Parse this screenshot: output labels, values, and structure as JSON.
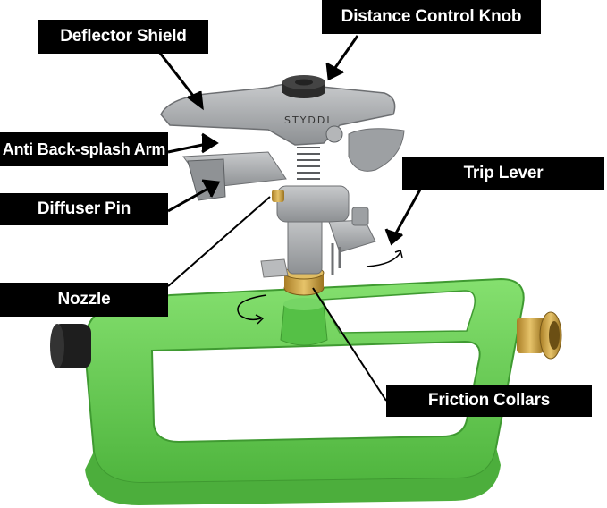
{
  "labels": {
    "distance_control_knob": "Distance Control Knob",
    "deflector_shield": "Deflector Shield",
    "anti_backsplash_arm": "Anti Back-splash Arm",
    "trip_lever": "Trip Lever",
    "diffuser_pin": "Diffuser Pin",
    "nozzle": "Nozzle",
    "friction_collars": "Friction Collars"
  },
  "brand": "STYDDI",
  "colors": {
    "label_bg": "#000000",
    "label_text": "#ffffff",
    "base_green": "#6dd45a",
    "base_shadow": "#4cae3c",
    "sprinkler_gray": "#a9abae",
    "brass": "#c9a13f",
    "knob": "#2b2b2b"
  }
}
